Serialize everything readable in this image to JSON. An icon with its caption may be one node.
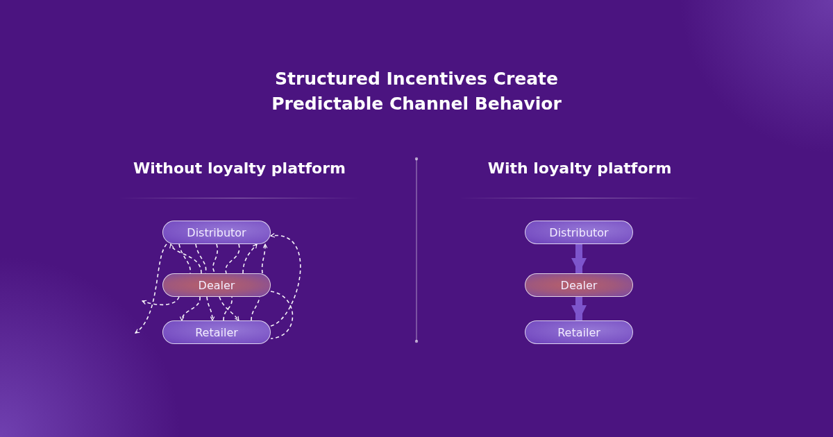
{
  "diagram": {
    "title": "Structured Incentives Create Predictable Channel Behavior",
    "nodes": [
      {
        "text": [
          "Distributor"
        ]
      },
      {
        "text": [
          "Dealer"
        ]
      },
      {
        "text": [
          "Retailer"
        ]
      },
      {
        "text": [
          "Distributor"
        ]
      },
      {
        "text": [
          "Dealer"
        ]
      },
      {
        "text": [
          "Retailer"
        ]
      }
    ],
    "edges": [
      {
        "from": 0,
        "to": null,
        "arrow": "to",
        "style": "dashed"
      },
      {
        "from": 0,
        "to": 1,
        "arrow": "none",
        "style": "dashed"
      },
      {
        "from": 0,
        "to": 1,
        "arrow": "none",
        "style": "dashed"
      },
      {
        "from": 0,
        "to": 1,
        "arrow": "none",
        "style": "dashed"
      },
      {
        "from": 0,
        "to": 1,
        "arrow": "none",
        "style": "dashed"
      },
      {
        "from": 1,
        "to": 0,
        "arrow": "to",
        "style": "dashed"
      },
      {
        "from": 1,
        "to": 0,
        "arrow": "to",
        "style": "dashed"
      },
      {
        "from": 1,
        "to": 0,
        "arrow": "to",
        "style": "dashed"
      },
      {
        "from": 2,
        "to": 0,
        "arrow": "to",
        "style": "dashed"
      },
      {
        "from": 1,
        "to": null,
        "arrow": "to",
        "style": "dashed"
      },
      {
        "from": 1,
        "to": 2,
        "arrow": "to",
        "style": "dashed"
      },
      {
        "from": 1,
        "to": 2,
        "arrow": "to",
        "style": "dashed"
      },
      {
        "from": 1,
        "to": 2,
        "arrow": "to",
        "style": "dashed"
      },
      {
        "from": 2,
        "to": 1,
        "arrow": "none",
        "style": "dashed"
      },
      {
        "from": 2,
        "to": 1,
        "arrow": "none",
        "style": "dashed"
      },
      {
        "from": 1,
        "to": 2,
        "arrow": "none",
        "style": "dashed"
      },
      {
        "from": 3,
        "to": 4,
        "arrow": "to",
        "style": "thick",
        "color": "#7d55cc"
      },
      {
        "from": 4,
        "to": 5,
        "arrow": "to",
        "style": "thick",
        "color": "#7d55cc"
      }
    ],
    "labels": [
      "Without loyalty platform",
      "With loyalty platform"
    ]
  }
}
